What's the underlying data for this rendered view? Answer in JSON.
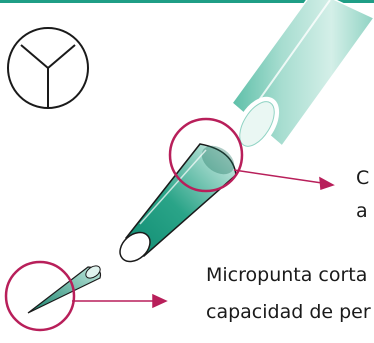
{
  "labels": {
    "upper": {
      "line1": "C",
      "line2": "a"
    },
    "lower": {
      "line1": "Micropunta corta",
      "line2": "capacidad de per"
    }
  },
  "colors": {
    "top_rule": "#1f9e86",
    "needle_green": "#2aa488",
    "needle_pale": "#8fd3c3",
    "highlight_circle": "#b81f5a",
    "arrow": "#b81f5a",
    "outline": "#1a1a1a"
  },
  "icons": {
    "top_left": "peace-circle-icon"
  }
}
